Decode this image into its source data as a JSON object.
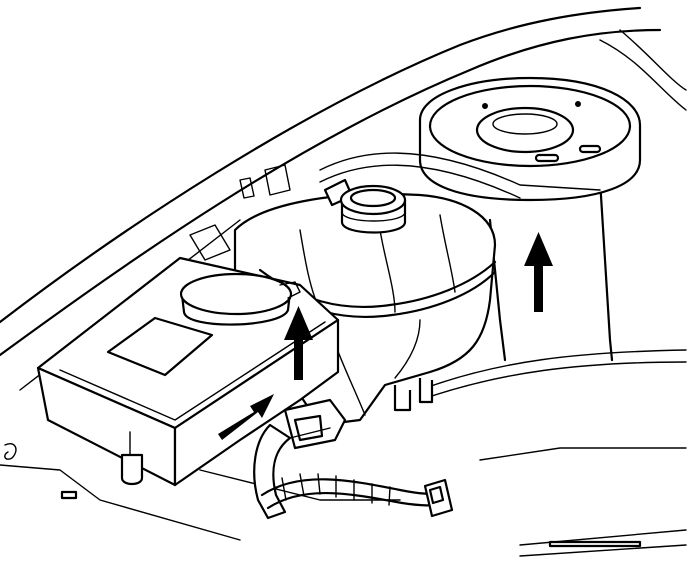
{
  "diagram": {
    "style": "black-and-white line illustration",
    "colors": {
      "line": "#000000",
      "background": "#ffffff"
    },
    "components": [
      {
        "id": "coolant-surge-tank",
        "kind": "reservoir"
      },
      {
        "id": "surge-tank-fill-neck",
        "kind": "cap-neck"
      },
      {
        "id": "washer-fluid-reservoir",
        "kind": "reservoir"
      },
      {
        "id": "washer-reservoir-cap",
        "kind": "cap"
      },
      {
        "id": "strut-tower",
        "kind": "body-structure"
      },
      {
        "id": "coolant-hose",
        "kind": "hose"
      },
      {
        "id": "wiring-harness",
        "kind": "harness"
      },
      {
        "id": "electrical-connector",
        "kind": "connector"
      }
    ],
    "arrows": [
      {
        "id": "arrow-surge-tank-lift",
        "direction": "up"
      },
      {
        "id": "arrow-washer-reservoir-lift",
        "direction": "up"
      },
      {
        "id": "arrow-hose-clamp",
        "direction": "up-right"
      }
    ]
  }
}
